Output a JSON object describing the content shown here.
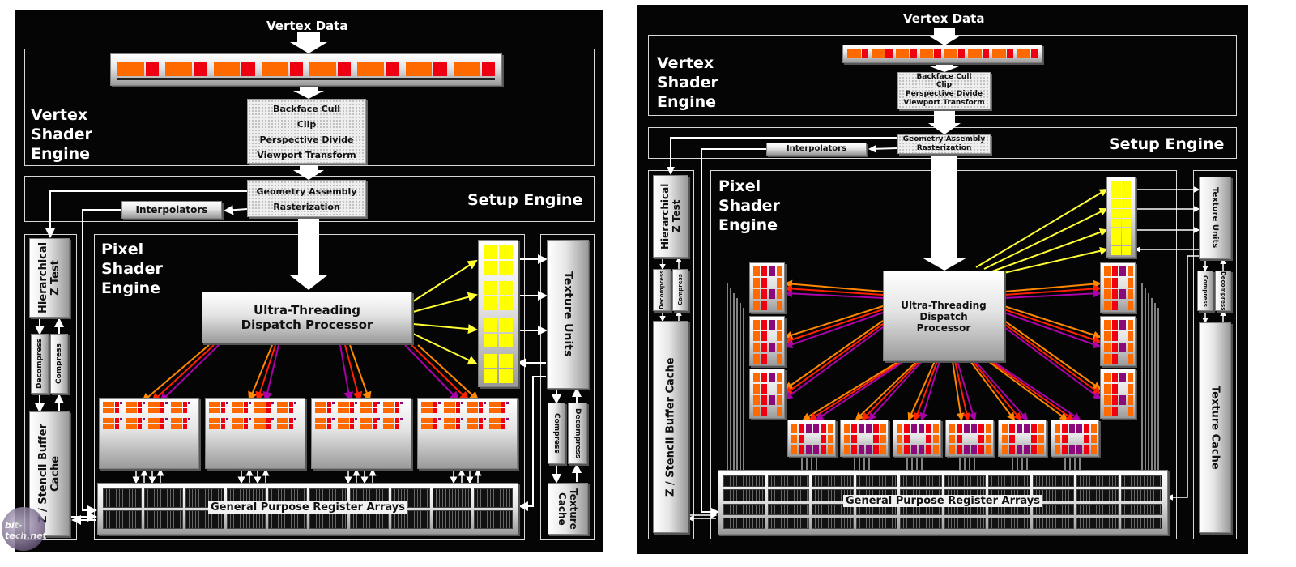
{
  "left": {
    "vertex_data": "Vertex Data",
    "vertex_shader_engine": "Vertex\nShader\nEngine",
    "setup_engine": "Setup Engine",
    "pixel_shader_engine": "Pixel\nShader\nEngine",
    "fixed_function": [
      "Backface Cull",
      "Clip",
      "Perspective Divide",
      "Viewport Transform"
    ],
    "geometry_assembly": "Geometry Assembly",
    "rasterization": "Rasterization",
    "interpolators": "Interpolators",
    "dispatch": "Ultra-Threading\nDispatch Processor",
    "hier_z": "Hierarchical\nZ Test",
    "decompress": "Decompress",
    "compress": "Compress",
    "z_stencil": "Z / Stencil Buffer\nCache",
    "texture_units": "Texture Units",
    "texture_cache": "Texture\nCache",
    "gpr": "General Purpose Register Arrays"
  },
  "right": {
    "vertex_data": "Vertex Data",
    "vertex_shader_engine": "Vertex\nShader\nEngine",
    "setup_engine": "Setup Engine",
    "pixel_shader_engine": "Pixel\nShader\nEngine",
    "fixed_function": [
      "Backface Cull",
      "Clip",
      "Perspective Divide",
      "Viewport Transform"
    ],
    "geometry_assembly": "Geometry Assembly",
    "rasterization": "Rasterization",
    "interpolators": "Interpolators",
    "dispatch": "Ultra-Threading\nDispatch\nProcessor",
    "hier_z": "Hierarchical\nZ Test",
    "decompress": "Decompress",
    "compress": "Compress",
    "z_stencil": "Z / Stencil Buffer Cache",
    "texture_units": "Texture Units",
    "texture_cache": "Texture Cache",
    "gpr": "General Purpose Register Arrays"
  },
  "watermark": "bit-tech.net",
  "colors": {
    "background": "#050505",
    "shader_orange": "#ff6a00",
    "shader_red": "#ee0011",
    "shader_purple": "#8a0a7a",
    "texture_yellow": "#ffff00",
    "arrow_yellow": "#ffff33",
    "arrow_orange": "#ff8800",
    "arrow_purple": "#990099"
  }
}
